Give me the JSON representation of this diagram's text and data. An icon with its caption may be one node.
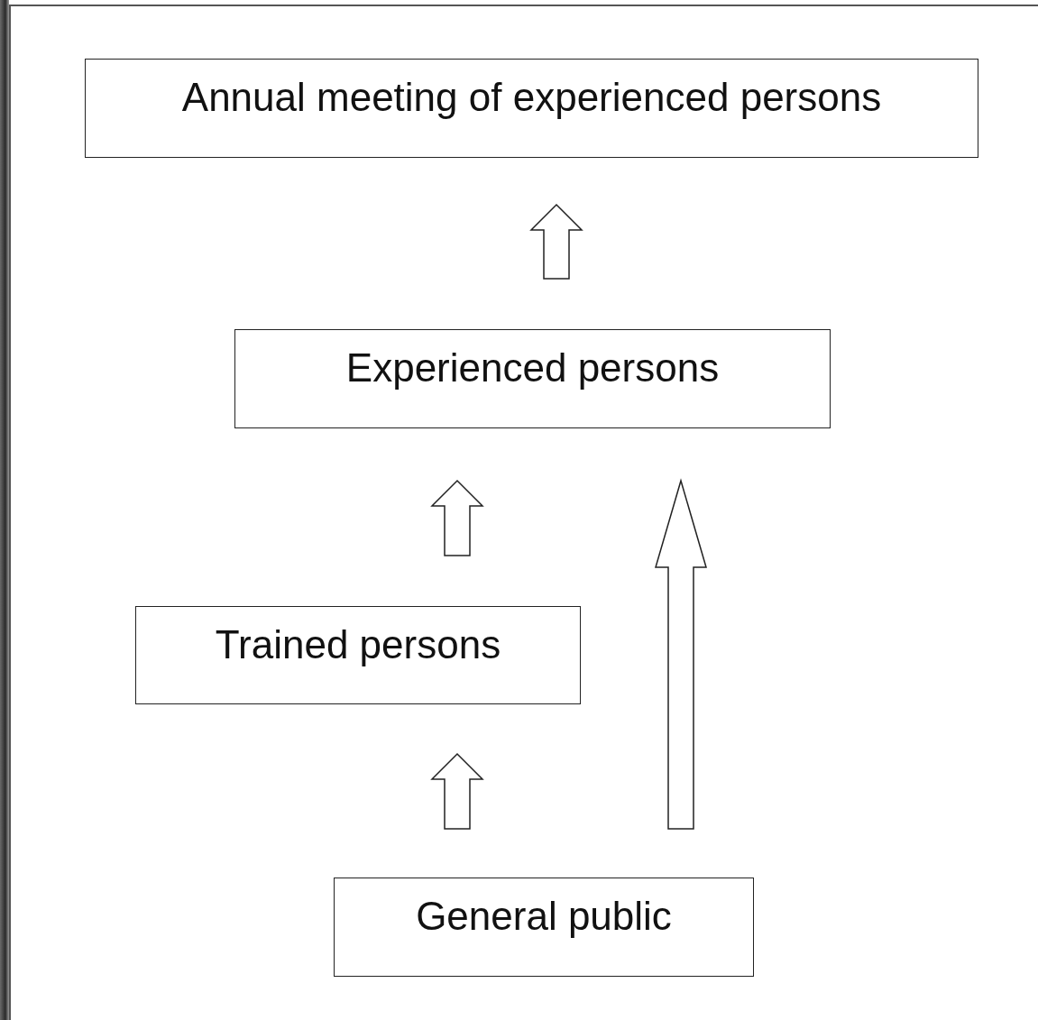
{
  "diagram": {
    "nodes": [
      {
        "text": [
          "Annual meeting of experienced persons"
        ]
      },
      {
        "text": [
          "Experienced persons"
        ]
      },
      {
        "text": [
          "Trained persons"
        ]
      },
      {
        "text": [
          "General public"
        ]
      }
    ],
    "edges": [
      {
        "from": 1,
        "to": 0,
        "arrow": "to"
      },
      {
        "from": 2,
        "to": 1,
        "arrow": "to"
      },
      {
        "from": 3,
        "to": 2,
        "arrow": "to"
      },
      {
        "from": 3,
        "to": 1,
        "arrow": "to"
      }
    ]
  }
}
